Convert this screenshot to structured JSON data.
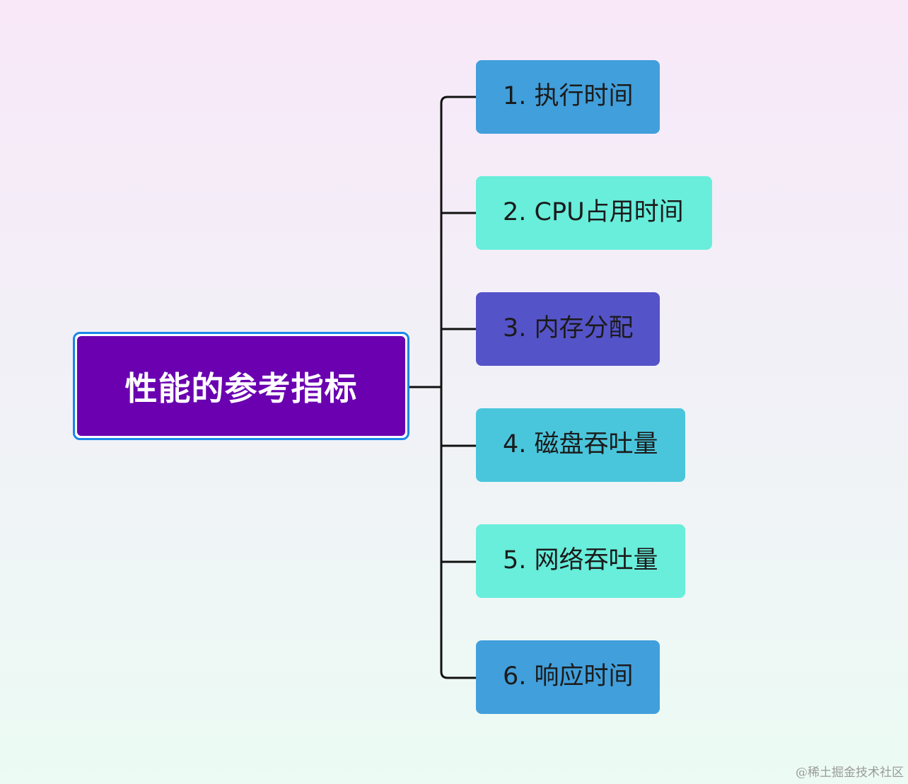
{
  "root": {
    "label": "性能的参考指标",
    "fill_color": "#6a00b0",
    "border_color": "#1a86e8"
  },
  "children": [
    {
      "label": "1. 执行时间",
      "color": "#419fdb"
    },
    {
      "label": "2. CPU占用时间",
      "color": "#68eedb"
    },
    {
      "label": "3. 内存分配",
      "color": "#5553c8"
    },
    {
      "label": "4. 磁盘吞吐量",
      "color": "#4ac6dc"
    },
    {
      "label": "5. 网络吞吐量",
      "color": "#68eedb"
    },
    {
      "label": "6. 响应时间",
      "color": "#419fdb"
    }
  ],
  "watermark": "@稀土掘金技术社区"
}
